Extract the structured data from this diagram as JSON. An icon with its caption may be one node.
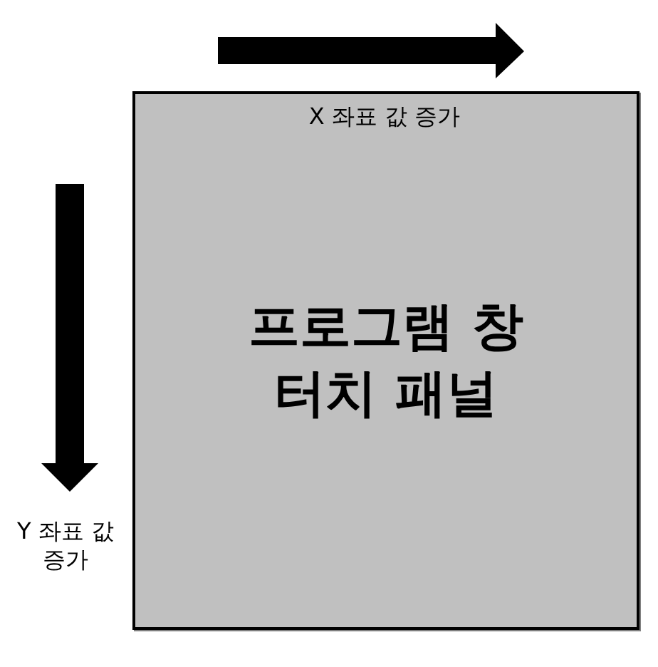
{
  "diagram": {
    "nodes": [
      {
        "text": [
          "프로그램 창 터치 패널"
        ]
      }
    ],
    "labels": [
      "X 좌표 값 증가",
      "Y 좌표 값 증가"
    ]
  }
}
